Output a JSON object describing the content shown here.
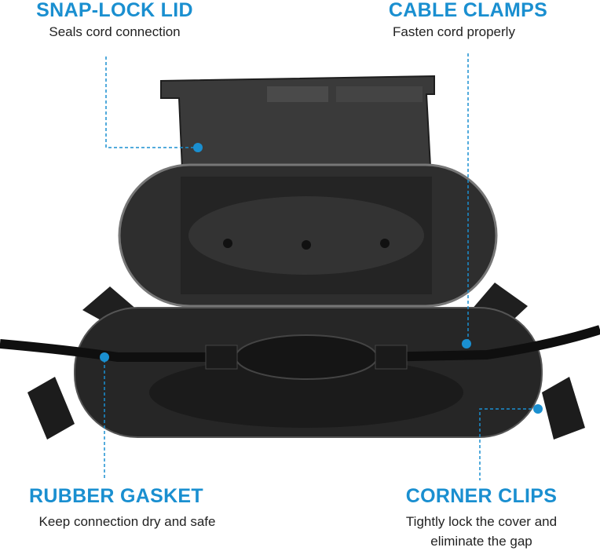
{
  "callouts": [
    {
      "title": "SNAP-LOCK LID",
      "subtitle": "Seals cord connection"
    },
    {
      "title": "CABLE CLAMPS",
      "subtitle": "Fasten cord properly"
    },
    {
      "title": "RUBBER GASKET",
      "subtitle": "Keep connection dry and safe"
    },
    {
      "title": "CORNER CLIPS",
      "subtitle_line1": "Tightly lock the cover and",
      "subtitle_line2": "eliminate the gap"
    }
  ],
  "colors": {
    "accent": "#1a8fd0",
    "product": "#2b2b2b"
  }
}
